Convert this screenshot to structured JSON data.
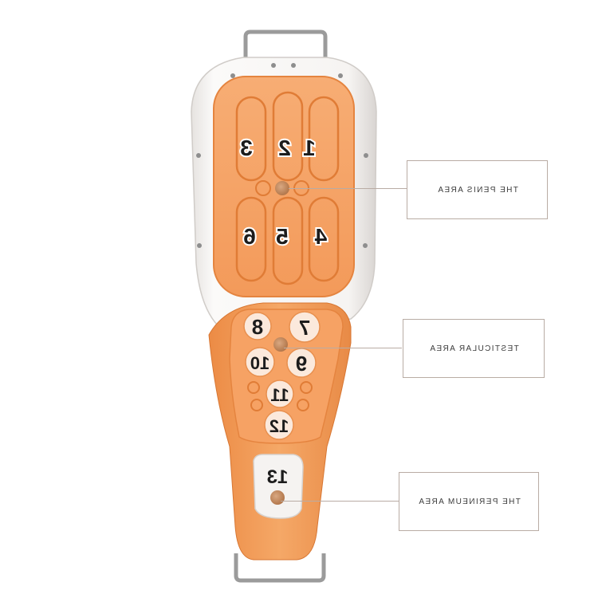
{
  "device": {
    "colors": {
      "shell": "#f3f1ef",
      "orange": "#f09a56",
      "orange_light": "#f7b47e",
      "orange_dark": "#e07f3a",
      "nub": "#c08c63",
      "handle": "#9a9a9a"
    },
    "zones": {
      "penis": [
        "1",
        "2",
        "3",
        "4",
        "5",
        "6"
      ],
      "testicular": [
        "7",
        "8",
        "9",
        "10",
        "11",
        "12"
      ],
      "perineum": [
        "13"
      ]
    }
  },
  "callouts": {
    "penis_area": "THE PENIS AREA",
    "testicular_area": "TESTICULAR AREA",
    "perineum_area": "THE PERINEUM AREA"
  }
}
